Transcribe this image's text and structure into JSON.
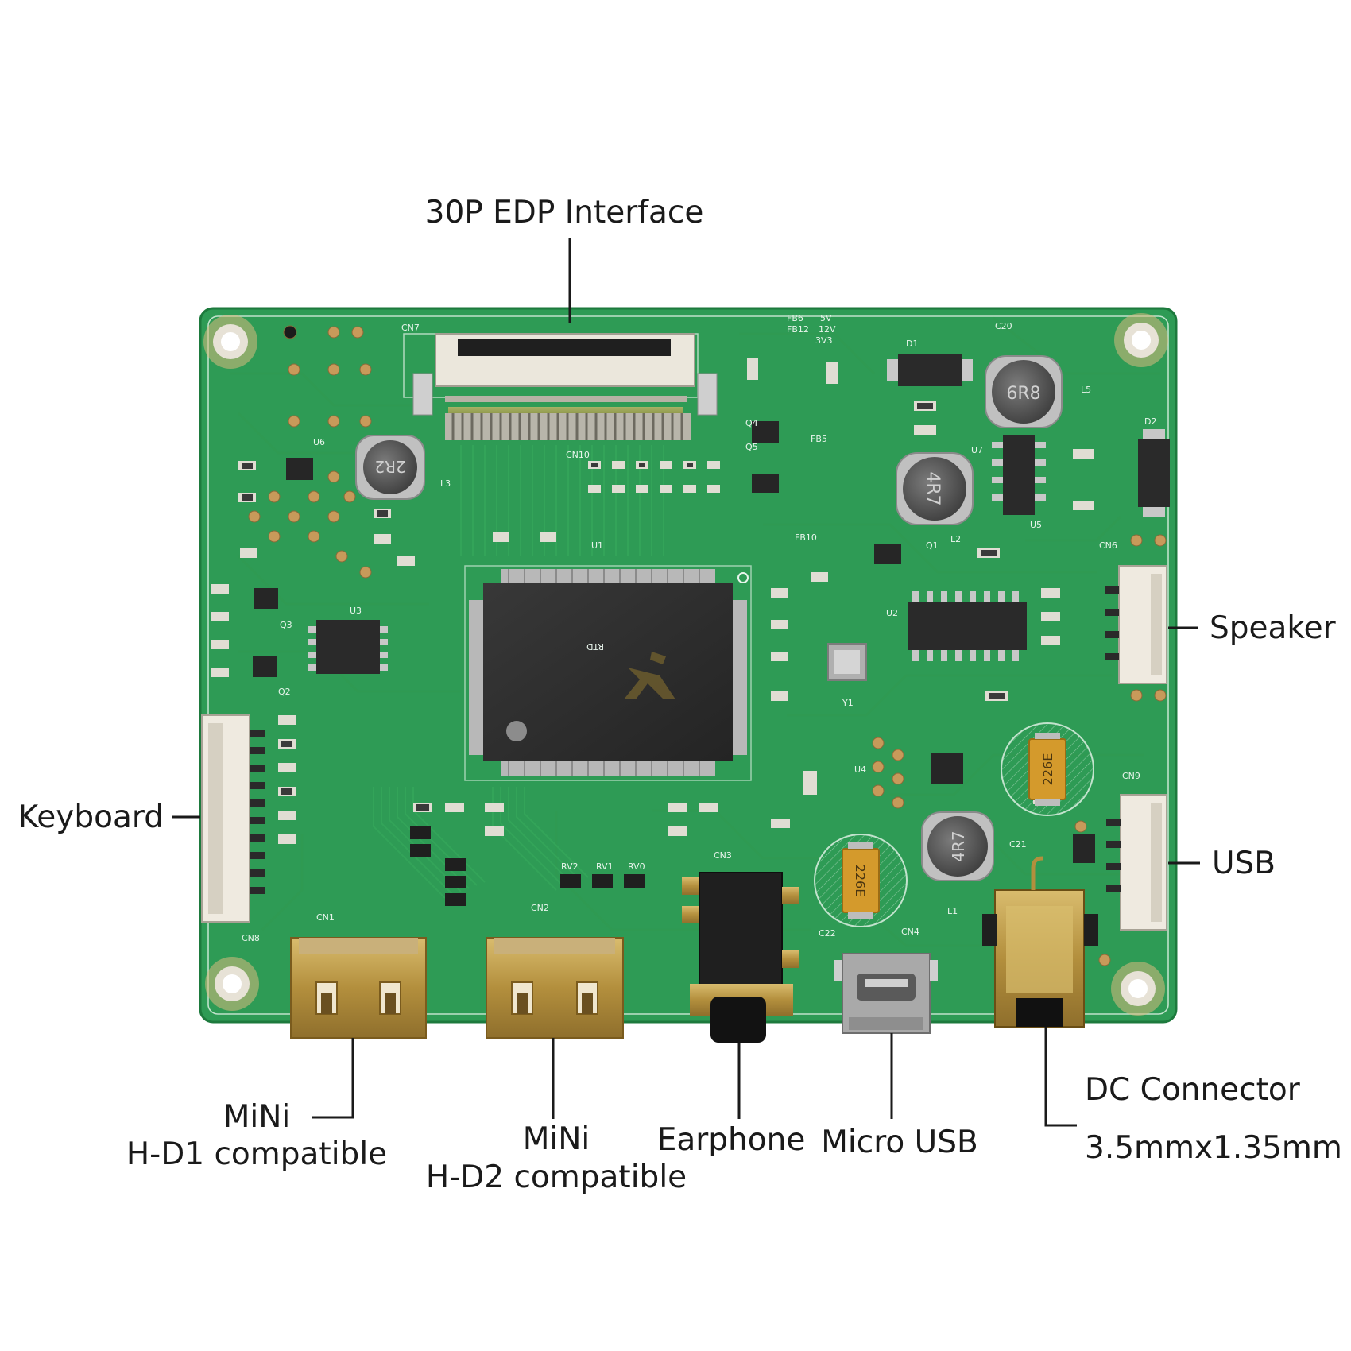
{
  "board_labels": {
    "edp": "30P EDP Interface",
    "speaker": "Speaker",
    "keyboard": "Keyboard",
    "usb": "USB",
    "mini1_line1": "MiNi",
    "mini1_line2": "H-D1 compatible",
    "mini2_line1": "MiNi",
    "mini2_line2": "H-D2 compatible",
    "earphone": "Earphone",
    "micro_usb": "Micro USB",
    "dc_connector": "DC Connector",
    "dc_size": "3.5mmx1.35mm"
  },
  "silkscreen": {
    "cn7": "CN7",
    "cn10": "CN10",
    "cn6": "CN6",
    "cn9": "CN9",
    "cn8": "CN8",
    "cn1": "CN1",
    "cn2": "CN2",
    "cn3": "CN3",
    "cn4": "CN4",
    "u1": "U1",
    "u2": "U2",
    "u3": "U3",
    "u4": "U4",
    "u5": "U5",
    "u6": "U6",
    "u7": "U7",
    "l3": "L3",
    "l5": "L5",
    "l1": "L1",
    "l2": "L2",
    "q1": "Q1",
    "q2": "Q2",
    "q3": "Q3",
    "q4": "Q4",
    "q5": "Q5",
    "d1": "D1",
    "d2": "D2",
    "y1": "Y1",
    "c20": "C20",
    "c21": "C21",
    "c22": "C22",
    "fb6": "FB6",
    "fb12": "FB12",
    "fb5": "FB5",
    "fb10": "FB10",
    "v5": "5V",
    "v12": "12V",
    "v3": "3V3",
    "rv2": "RV2",
    "rv1": "RV1",
    "rv0": "RV0"
  },
  "component_marks": {
    "ind_2r2": "2R2",
    "ind_6r8": "6R8",
    "ind_4r7_top": "4R7",
    "ind_4r7_bottom": "4R7",
    "tant_top": "226E",
    "tant_bottom": "226E",
    "chip_logo": "RTD"
  },
  "colors": {
    "pcb": "#2e9b55",
    "gold": "#c9a24a",
    "background": "#ffffff",
    "label": "#1a1a1a"
  }
}
